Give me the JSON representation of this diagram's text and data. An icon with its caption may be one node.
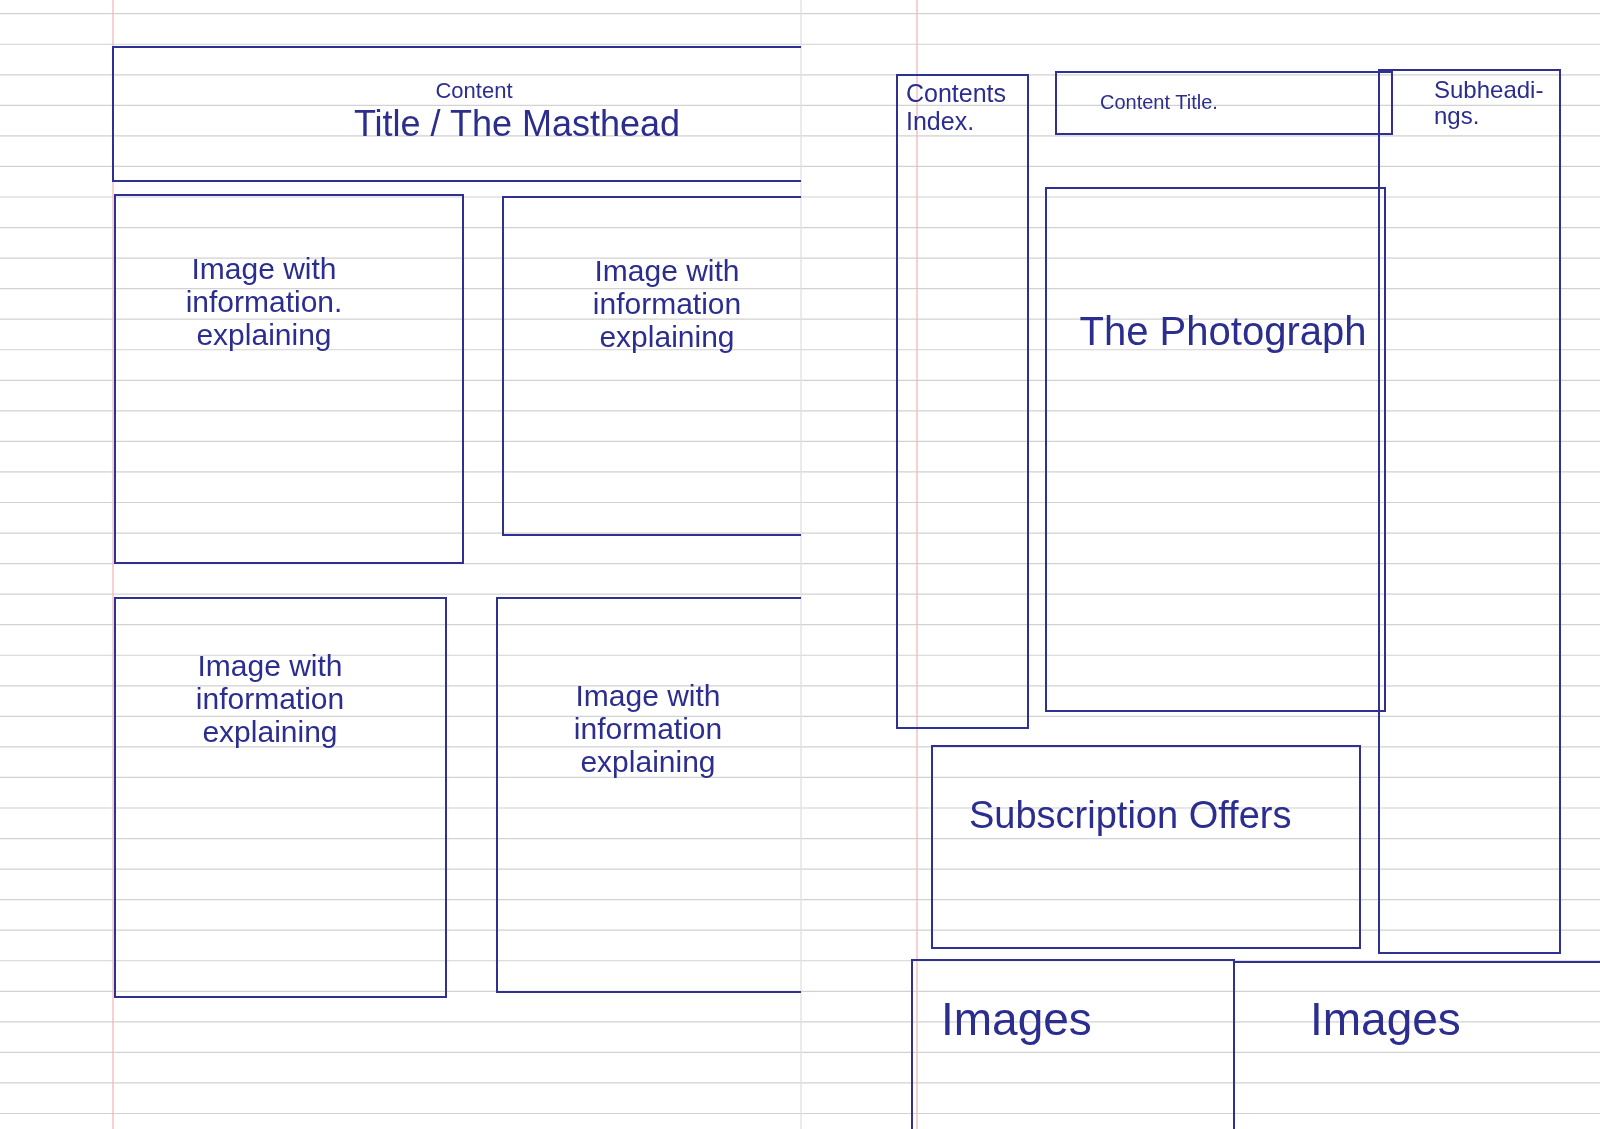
{
  "diagram": {
    "nodes": [
      {
        "text": [
          "Content",
          "Title / The Masthead"
        ]
      },
      {
        "text": [
          "Image with information. explaining"
        ]
      },
      {
        "text": [
          "Image with information explaining"
        ]
      },
      {
        "text": [
          "Image with information explaining"
        ]
      },
      {
        "text": [
          "Image with information explaining"
        ]
      },
      {
        "text": [
          "Contents Index."
        ]
      },
      {
        "text": [
          "Content Title."
        ]
      },
      {
        "text": [
          "Subheadi- ngs."
        ]
      },
      {
        "text": [
          "The Photograph"
        ]
      },
      {
        "text": [
          "Subscription Offers"
        ]
      },
      {
        "text": [
          "Images"
        ]
      },
      {
        "text": [
          "Images"
        ]
      }
    ]
  }
}
